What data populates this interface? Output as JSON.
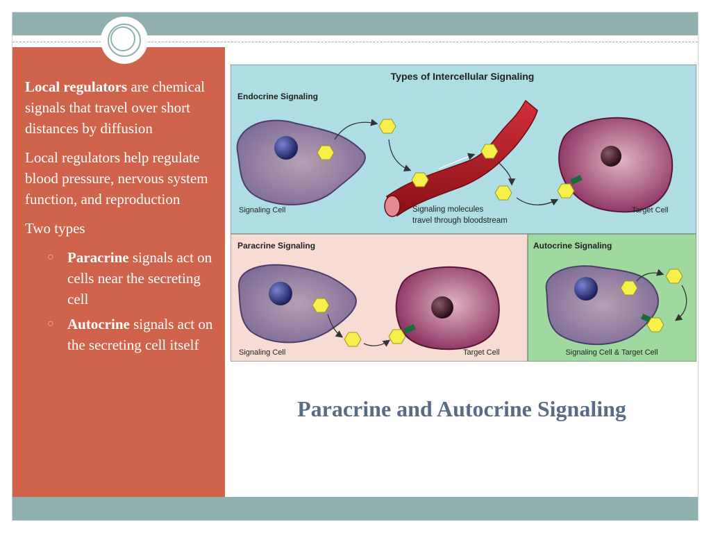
{
  "sidebar": {
    "p1_bold": "Local regulators",
    "p1_rest": " are chemical signals that travel over short distances by diffusion",
    "p2": "Local regulators help regulate blood pressure, nervous system function, and reproduction",
    "p3": "Two types",
    "bullets": [
      {
        "bold": "Paracrine",
        "rest": " signals act on cells near the secreting cell"
      },
      {
        "bold": "Autocrine",
        "rest": " signals act on the secreting cell itself"
      }
    ],
    "bullet_glyph": "○"
  },
  "diagram": {
    "title": "Types of Intercellular Signaling",
    "endocrine": {
      "heading": "Endocrine Signaling",
      "signaling_cell": "Signaling Cell",
      "molecules_line1": "Signaling molecules",
      "molecules_line2": "travel through bloodstream",
      "target_cell": "Target Cell"
    },
    "paracrine": {
      "heading": "Paracrine Signaling",
      "signaling_cell": "Signaling Cell",
      "target_cell": "Target Cell"
    },
    "autocrine": {
      "heading": "Autocrine Signaling",
      "cell_label": "Signaling Cell & Target Cell"
    }
  },
  "slide_title": "Paracrine and Autocrine Signaling",
  "colors": {
    "accent": "#d0634b",
    "band": "#8fb0ae",
    "title": "#5a6b85",
    "endocrine_bg": "#aedde4",
    "paracrine_bg": "#f6dcd2",
    "autocrine_bg": "#9fd9a0"
  }
}
